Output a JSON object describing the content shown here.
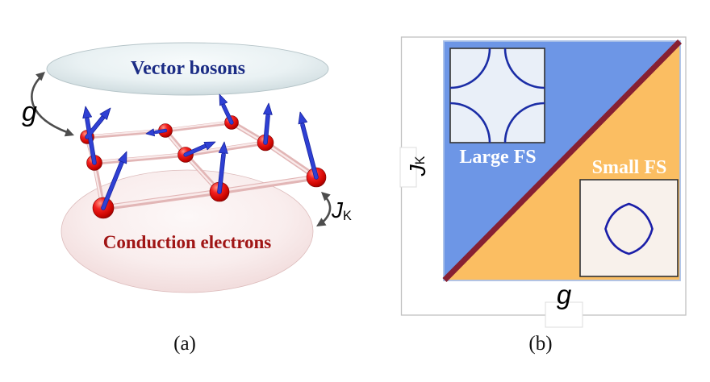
{
  "panel_a": {
    "caption": "(a)",
    "vector_bosons_label": "Vector bosons",
    "conduction_electrons_label": "Conduction electrons",
    "g_coupling_label": "g",
    "kondo_coupling_main": "J",
    "kondo_coupling_sub": "K"
  },
  "panel_b": {
    "caption": "(b)",
    "x_axis_main": "g",
    "y_axis_main": "J",
    "y_axis_sub": "K",
    "large_fs_region_label": "Large FS",
    "small_fs_region_label": "Small FS",
    "regions": [
      {
        "name": "Large FS",
        "position": "upper-left",
        "color": "#6D96E6"
      },
      {
        "name": "Small FS",
        "position": "lower-right",
        "color": "#FBBE62"
      }
    ],
    "phase_boundary": {
      "shape": "diagonal",
      "from": "bottom-left",
      "to": "top-right",
      "color": "#872032"
    }
  },
  "colors": {
    "blue_region": "#6D96E6",
    "orange_region": "#FBBE62",
    "boundary_maroon": "#872032",
    "spin_arrow_blue": "#2F40D4",
    "lattice_sphere_red": "#D40A0A",
    "rod_pink": "#E2B6B6",
    "vector_bosons_text": "#1B2C85",
    "conduction_electrons_text": "#A01515",
    "fs_curve_navy": "#1B2DA6",
    "large_fs_inset_bg": "#E9EFF8",
    "small_fs_inset_bg": "#F8F1EB",
    "coupling_arrow_gray": "#4D4D4D"
  }
}
